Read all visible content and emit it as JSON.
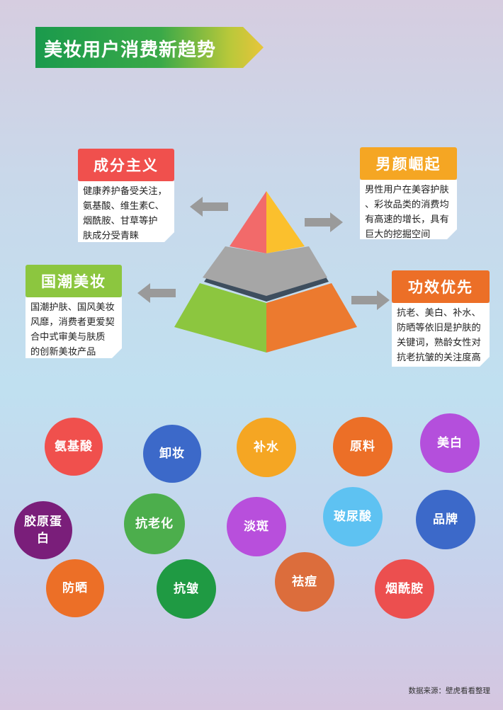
{
  "title": "美妆用户消费新趋势",
  "cards": {
    "ingredients": {
      "heading": "成分主义",
      "lines": [
        "健康养护备受关注，",
        "氨基酸、维生素C、",
        "烟酰胺、甘草等护",
        "肤成分受青睐"
      ],
      "color": "#f0504d"
    },
    "men": {
      "heading": "男颜崛起",
      "lines": [
        "男性用户在美容护肤",
        "、彩妆品类的消费均",
        "有高速的增长，具有",
        "巨大的挖掘空间"
      ],
      "color": "#f5a623"
    },
    "guochao": {
      "heading": "国潮美妆",
      "lines": [
        "国潮护肤、国风美妆",
        "风靡，消费者更爱契",
        "合中式审美与肤质",
        "的创新美妆产品"
      ],
      "color": "#8cc63f"
    },
    "efficacy": {
      "heading": "功效优先",
      "lines": [
        "抗老、美白、补水、",
        "防晒等依旧是护肤的",
        "关键词，熟龄女性对",
        "抗老抗皱的关注度高"
      ],
      "color": "#ec6f27"
    }
  },
  "pyramid_colors": {
    "top_left": "#f26a6a",
    "top_right": "#fbc02d",
    "middle": "#a6a6a6",
    "bottom_left": "#8cc63f",
    "bottom_right": "#ec7a2f"
  },
  "keywords": [
    {
      "label": "氨基酸",
      "color": "#f0504d"
    },
    {
      "label": "卸妆",
      "color": "#3c69c9"
    },
    {
      "label": "补水",
      "color": "#f5a623"
    },
    {
      "label": "原料",
      "color": "#ec6f27"
    },
    {
      "label": "美白",
      "color": "#b44fdc"
    },
    {
      "label": "胶原蛋白",
      "color": "#7a1e7a"
    },
    {
      "label": "抗老化",
      "color": "#4cae4c"
    },
    {
      "label": "淡斑",
      "color": "#b84fdc"
    },
    {
      "label": "玻尿酸",
      "color": "#5ec2f2"
    },
    {
      "label": "品牌",
      "color": "#3c69c9"
    },
    {
      "label": "防晒",
      "color": "#ec6f27"
    },
    {
      "label": "抗皱",
      "color": "#1f9a43"
    },
    {
      "label": "祛痘",
      "color": "#dc6d3c"
    },
    {
      "label": "烟酰胺",
      "color": "#ec4f4f"
    }
  ],
  "source": "数据来源：壁虎看看整理"
}
